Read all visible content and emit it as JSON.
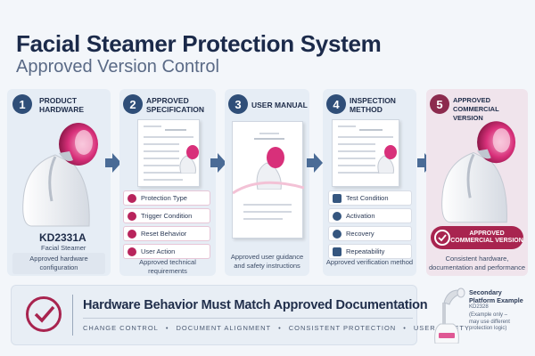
{
  "title": "Facial Steamer Protection System",
  "subtitle": "Approved Version Control",
  "panels": [
    {
      "num": "1",
      "title_line1": "PRODUCT",
      "title_line2": "HARDWARE",
      "model": "KD2331A",
      "model_desc": "Facial Steamer",
      "caption_line1": "Approved hardware",
      "caption_line2": "configuration"
    },
    {
      "num": "2",
      "title_line1": "APPROVED",
      "title_line2": "SPECIFICATION",
      "items": [
        "Protection Type",
        "Trigger Condition",
        "Reset Behavior",
        "User Action"
      ],
      "caption_line1": "Approved technical requirements"
    },
    {
      "num": "3",
      "title_line1": "USER MANUAL",
      "caption_line1": "Approved user guidance",
      "caption_line2": "and safety instructions"
    },
    {
      "num": "4",
      "title_line1": "INSPECTION",
      "title_line2": "METHOD",
      "items": [
        "Test Condition",
        "Activation",
        "Recovery",
        "Repeatability"
      ],
      "caption_line1": "Approved verification method"
    },
    {
      "num": "5",
      "title_line1": "APPROVED",
      "title_line2": "COMMERCIAL VERSION",
      "badge_line1": "APPROVED",
      "badge_line2": "COMMERCIAL VERSION",
      "caption_line1": "Consistent hardware,",
      "caption_line2": "documentation and performance"
    }
  ],
  "bottom": {
    "headline": "Hardware Behavior Must Match Approved Documentation",
    "tags": [
      "CHANGE CONTROL",
      "DOCUMENT ALIGNMENT",
      "CONSISTENT PROTECTION",
      "USER SAFETY"
    ],
    "dot": "•"
  },
  "secondary": {
    "title_line1": "Secondary",
    "title_line2": "Platform Example",
    "model": "KD2328",
    "note_line1": "(Example only –",
    "note_line2": "may use different",
    "note_line3": "protection logic)"
  },
  "colors": {
    "accent": "#a8244f",
    "navy": "#2f4e78",
    "panel": "#e6edf5"
  }
}
